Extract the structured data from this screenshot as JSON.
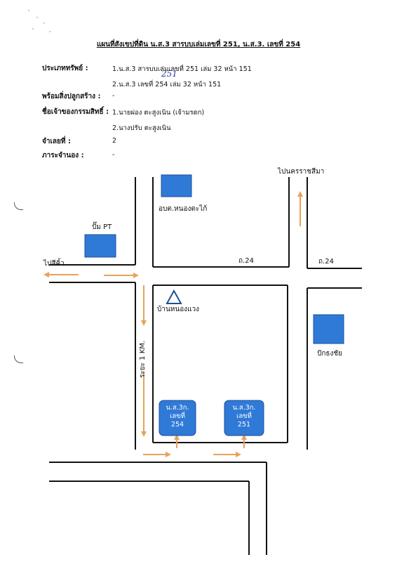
{
  "document": {
    "title": "แผนที่สังเขปที่ดิน น.ส.3 สารบบเล่มเลขที่ 251, น.ส.3. เลขที่ 254",
    "fields": [
      {
        "label": "ประเภททรัพย์ :",
        "values": [
          "1.น.ส.3 สารบบเล่มเลขที่ 251 เล่ม 32 หน้า 151",
          "2.น.ส.3 เลขที่ 254 เล่ม 32 หน้า 151"
        ]
      },
      {
        "label": "พร้อมสิ่งปลูกสร้าง :",
        "values": [
          "-"
        ]
      },
      {
        "label": "ชื่อเจ้าของกรรมสิทธิ์ :",
        "values": [
          "1.นายผ่อง ตะสูงเนิน (เจ้ามรดก)",
          "2.นางปรับ ตะสูงเนิน"
        ]
      },
      {
        "label": "จำเลยที่ :",
        "values": [
          "2"
        ]
      },
      {
        "label": "ภาระจำนอง :",
        "values": [
          "-"
        ]
      }
    ],
    "handwritten_note": "251"
  },
  "map": {
    "labels": {
      "pump": "ปั๊ม PT",
      "to_sikhio": "ไปสีคิ้ว",
      "sao": "อบต.หนองตะไก้",
      "to_korat": "ไปนครราชสีมา",
      "road_a": "ถ.24",
      "road_b": "ถ.24",
      "village": "บ้านหนองแวง",
      "distance": "ระยะ 1 KM.",
      "pakthongchai": "ปักธงชัย"
    },
    "plots": [
      {
        "line1": "น.ส.3ก.",
        "line2": "เลขที่",
        "line3": "254"
      },
      {
        "line1": "น.ส.3ก.",
        "line2": "เลขที่",
        "line3": "251"
      }
    ],
    "colors": {
      "block": "#2f7ad6",
      "block_border": "#1b4f9c",
      "arrow": "#e8a25a",
      "road": "#111111",
      "landmark": "#1f4e99"
    }
  }
}
